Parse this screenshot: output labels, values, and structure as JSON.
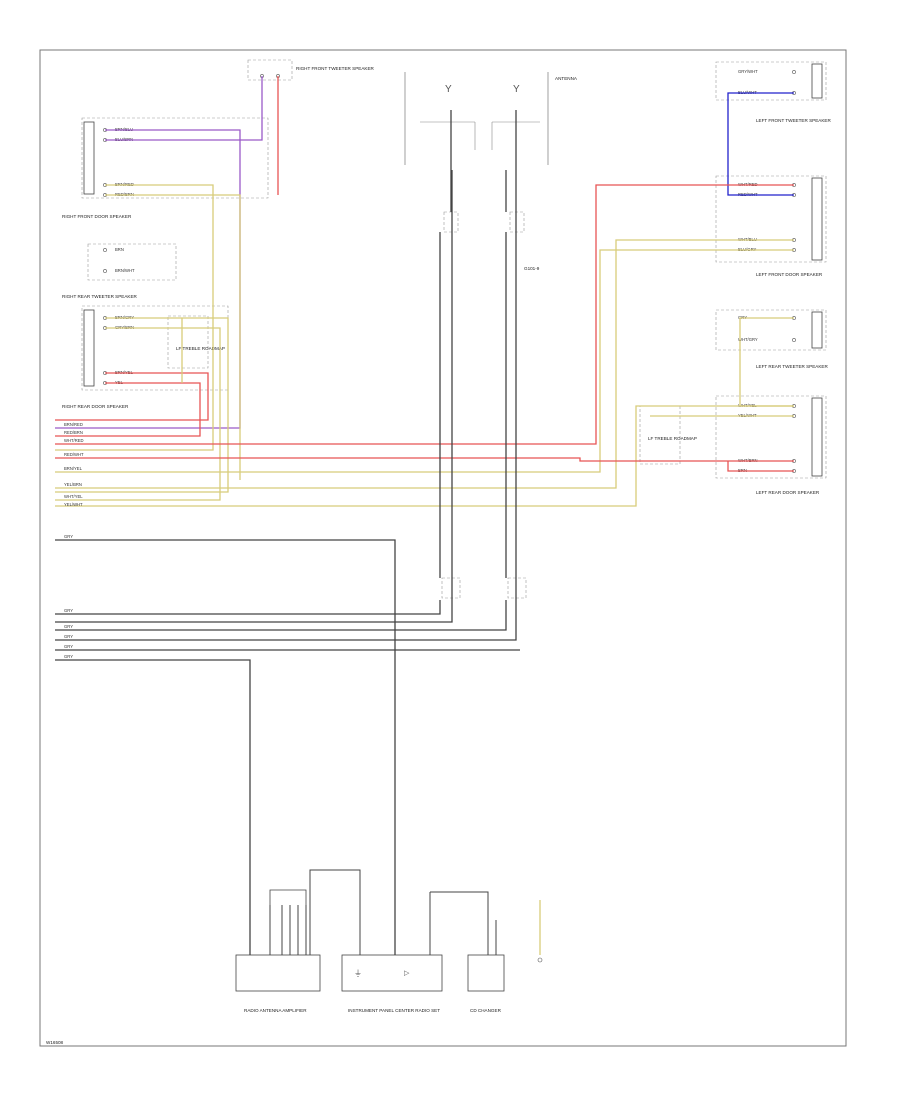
{
  "footer_code": "W16508",
  "colors": {
    "red": "#e85555",
    "yellow": "#d8cc7a",
    "blue": "#2222cc",
    "violet": "#9a5ac8",
    "gray": "#444444",
    "frame": "#777777"
  },
  "labels": {
    "rf_tweeter": "RIGHT FRONT TWEETER SPEAKER",
    "rf_door": "RIGHT FRONT DOOR SPEAKER",
    "rr_tweeter": "RIGHT REAR TWEETER SPEAKER",
    "rr_door": "RIGHT REAR DOOR SPEAKER",
    "lf_tweeter": "LEFT FRONT TWEETER SPEAKER",
    "lf_door": "LEFT FRONT DOOR SPEAKER",
    "lr_tweeter": "LEFT REAR TWEETER SPEAKER",
    "lr_door": "LEFT REAR DOOR SPEAKER",
    "crossover_r": "LF TREBLE ROADMAP",
    "crossover_l": "LF TREBLE ROADMAP",
    "antenna": "ANTENNA",
    "ground": "G101-9",
    "radio_bottom": "RADIO ANTENNA AMPLIFIER",
    "radio_center": "INSTRUMENT PANEL CENTER RADIO SET",
    "cd_changer": "CD CHANGER"
  },
  "wire_codes": {
    "rf_a": "BRN/BLU",
    "rf_b": "BLU/BRN",
    "rf_c": "BRN/RED",
    "rf_d": "RED/BRN",
    "rr_a": "BRN",
    "rr_b": "BRN/WHT",
    "rr_c": "BRN/GRY",
    "rr_d": "GRY/BRN",
    "rr_e": "BRN/YEL",
    "rr_f": "YEL",
    "lf_a": "GRY/WHT",
    "lf_b": "BLU/WHT",
    "lf_c": "WHT/RED",
    "lf_d": "RED/WHT",
    "lf_e": "WHT/BLU",
    "lf_f": "BLU/GRY",
    "lr_a": "GRY",
    "lr_b": "WHT/GRY",
    "lr_c": "WHT/YEL",
    "lr_d": "YEL/WHT",
    "lr_e": "WHT/BRN",
    "lr_f": "BRN",
    "bus_1": "BRN/RED",
    "bus_2": "RED/BRN",
    "bus_3": "WHT/RED",
    "bus_4": "RED/WHT",
    "bus_5": "BRN/YEL",
    "bus_6": "YEL/BRN",
    "bus_7": "WHT/YEL",
    "bus_8": "YEL/WHT",
    "gray_1": "GRY",
    "gray_2": "GRY",
    "gray_3": "GRY",
    "gray_4": "GRY",
    "gray_5": "GRY",
    "gray_6": "GRY"
  }
}
